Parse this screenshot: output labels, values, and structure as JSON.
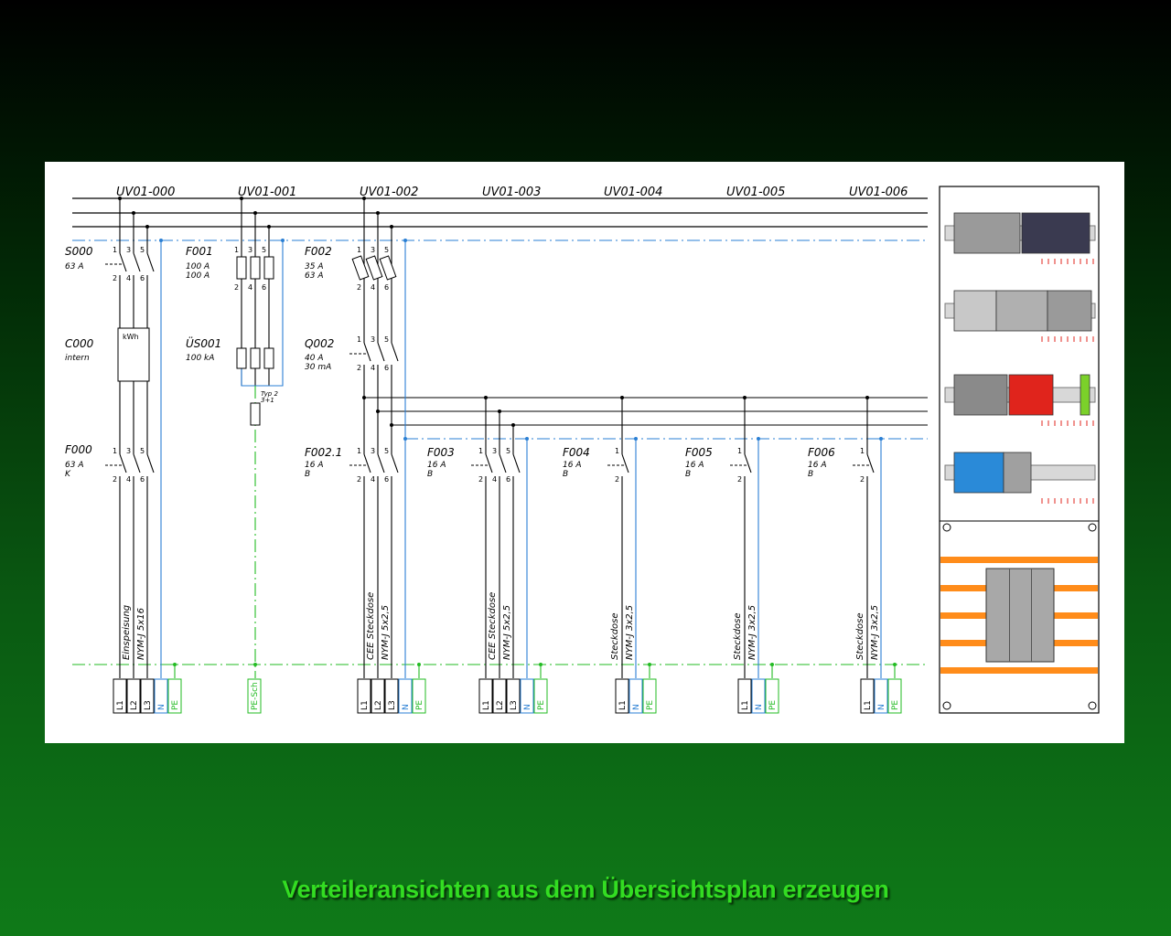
{
  "caption": "Verteileransichten aus dem Übersichtsplan erzeugen",
  "colors": {
    "neutral": "#2a7fd4",
    "pe": "#22bb22",
    "orange": "#ff8c1a",
    "red": "#e0241c"
  },
  "columns": [
    {
      "id": "UV01-000",
      "device": "S000",
      "rating": [
        "63 A"
      ],
      "meter": "C000",
      "meter_note": "intern",
      "meter_label": "kWh",
      "breaker": "F000",
      "breaker_rating": [
        "63 A",
        "K"
      ],
      "cable_use": "Einspeisung",
      "cable": "NYM-J 5x16",
      "terminals": [
        "L1",
        "L2",
        "L3",
        "N",
        "PE"
      ]
    },
    {
      "id": "UV01-001",
      "device": "F001",
      "rating": [
        "100 A",
        "100 A"
      ],
      "spd": "ÜS001",
      "spd_rating": "100 kA",
      "spd_type": [
        "Typ 2",
        "3+1"
      ],
      "terminals": [
        "PE-Sch"
      ]
    },
    {
      "id": "UV01-002",
      "device": "F002",
      "rating": [
        "35 A",
        "63 A"
      ],
      "rcd": "Q002",
      "rcd_rating": [
        "40 A",
        "30 mA"
      ],
      "breaker": "F002.1",
      "breaker_rating": [
        "16 A",
        "B"
      ],
      "cable_use": "CEE Steckdose",
      "cable": "NYM-J 5x2,5",
      "terminals": [
        "L1",
        "L2",
        "L3",
        "N",
        "PE"
      ]
    },
    {
      "id": "UV01-003",
      "breaker": "F003",
      "breaker_rating": [
        "16 A",
        "B"
      ],
      "cable_use": "CEE Steckdose",
      "cable": "NYM-J 5x2,5",
      "terminals": [
        "L1",
        "L2",
        "L3",
        "N",
        "PE"
      ]
    },
    {
      "id": "UV01-004",
      "breaker": "F004",
      "breaker_rating": [
        "16 A",
        "B"
      ],
      "cable_use": "Steckdose",
      "cable": "NYM-J 3x2,5",
      "terminals": [
        "L1",
        "N",
        "PE"
      ]
    },
    {
      "id": "UV01-005",
      "breaker": "F005",
      "breaker_rating": [
        "16 A",
        "B"
      ],
      "cable_use": "Steckdose",
      "cable": "NYM-J 3x2,5",
      "terminals": [
        "L1",
        "N",
        "PE"
      ]
    },
    {
      "id": "UV01-006",
      "breaker": "F006",
      "breaker_rating": [
        "16 A",
        "B"
      ],
      "cable_use": "Steckdose",
      "cable": "NYM-J 3x2,5",
      "terminals": [
        "L1",
        "N",
        "PE"
      ]
    }
  ],
  "pole_numbers": {
    "top": [
      "1",
      "3",
      "5"
    ],
    "bottom": [
      "2",
      "4",
      "6"
    ],
    "single_top": "1",
    "single_bottom": "2"
  }
}
